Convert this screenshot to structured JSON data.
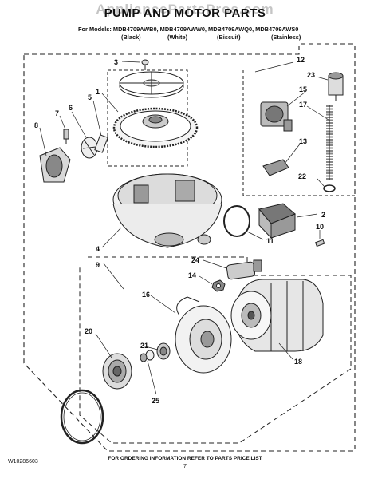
{
  "watermark": "AppliancePartsPros.com",
  "title": "PUMP AND MOTOR PARTS",
  "models_line": "For Models: MDB4709AWB0, MDB4709AWW0, MDB4709AWQ0, MDB4709AWS0",
  "variants": [
    "(Black)",
    "(White)",
    "(Biscuit)",
    "(Stainless)"
  ],
  "callouts": [
    "1",
    "2",
    "3",
    "4",
    "5",
    "6",
    "7",
    "8",
    "9",
    "10",
    "11",
    "12",
    "13",
    "14",
    "15",
    "16",
    "17",
    "18",
    "20",
    "21",
    "22",
    "23",
    "24",
    "25"
  ],
  "footer": {
    "doc_number": "W10286603",
    "instructions": "FOR ORDERING INFORMATION REFER TO PARTS PRICE LIST",
    "page": "7"
  }
}
